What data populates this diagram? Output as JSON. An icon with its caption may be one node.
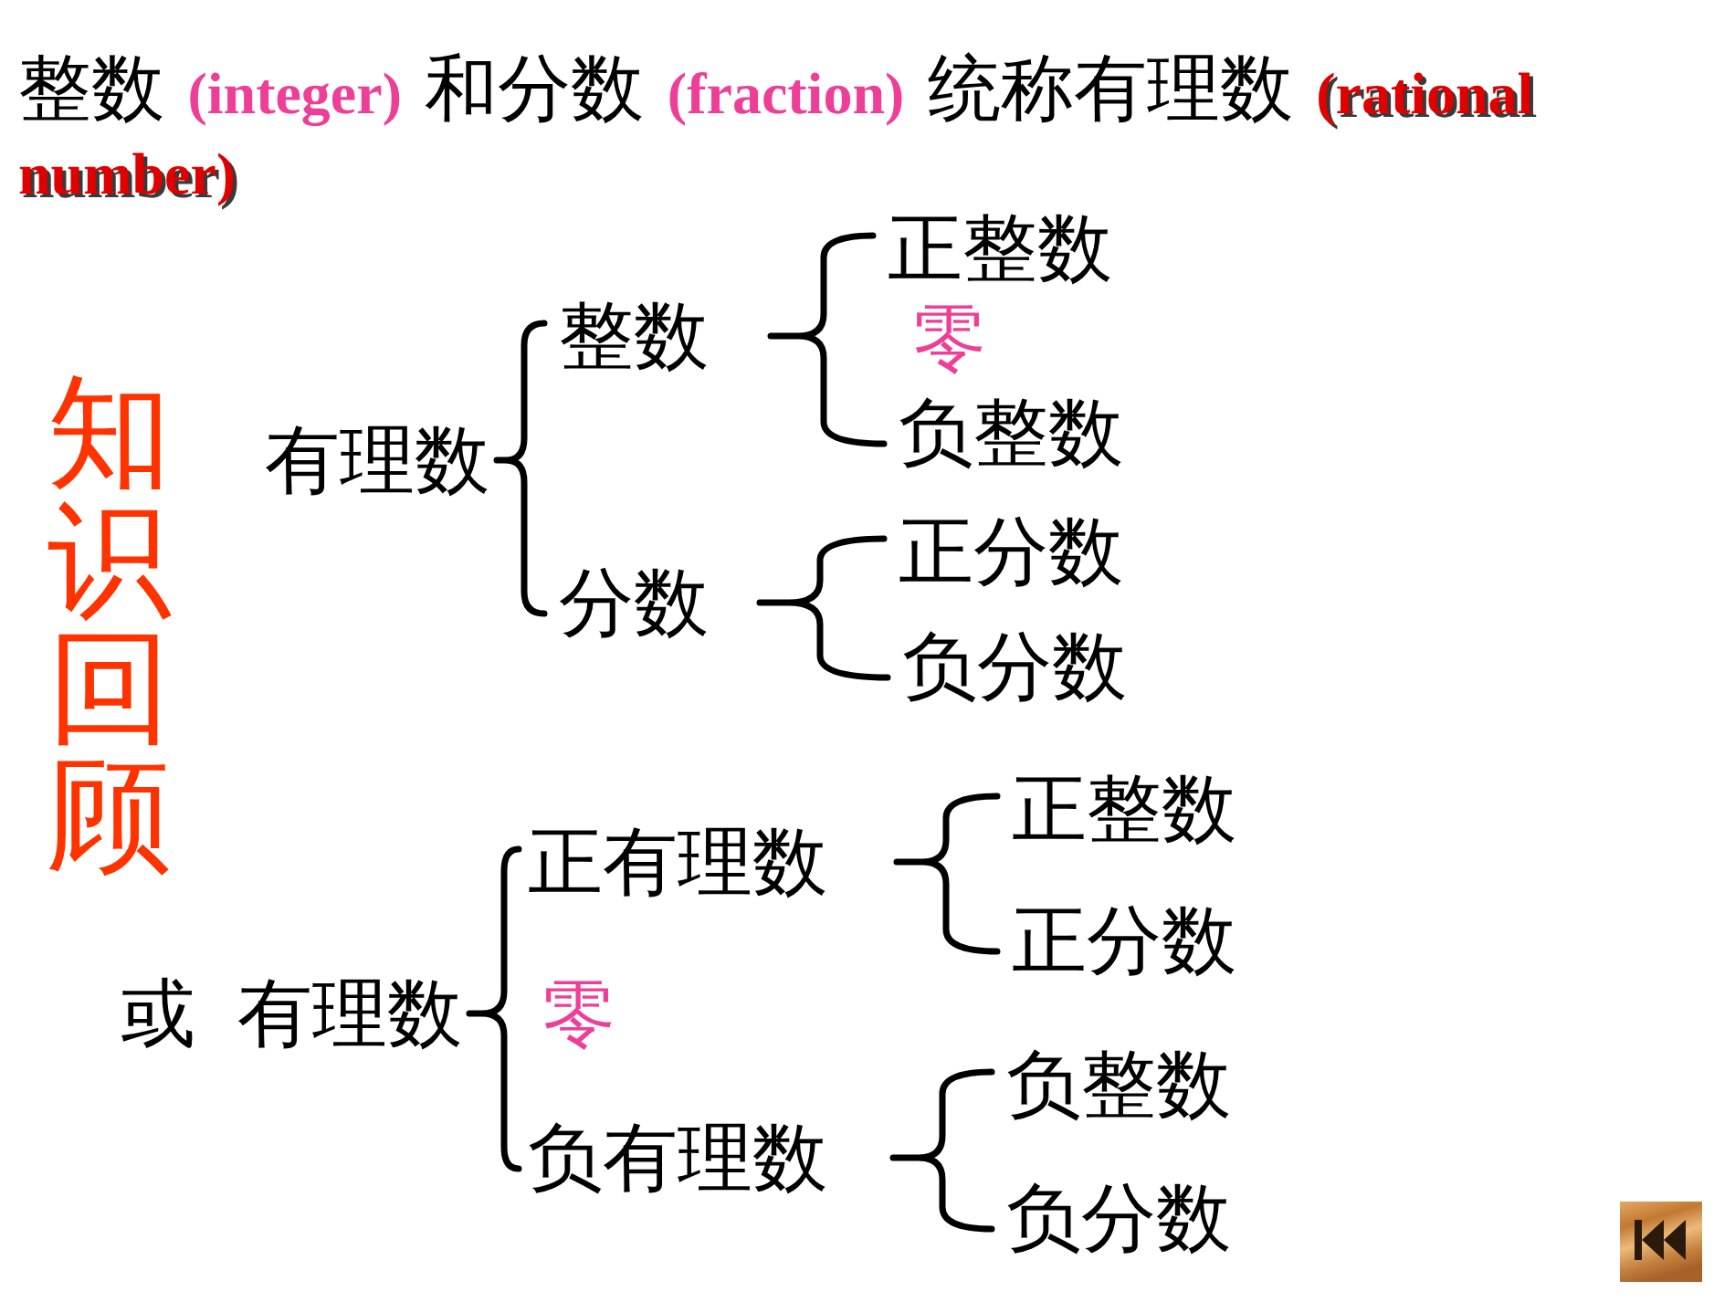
{
  "diagram": {
    "title": "整数 **(integer)** 和分数 **(fraction)** 统称有理数 **(rational number)**",
    "nodes": [
      {
        "text": [
          "有理数"
        ]
      },
      {
        "text": [
          "整数"
        ]
      },
      {
        "text": [
          "正整数"
        ]
      },
      {
        "text": [
          "零"
        ]
      },
      {
        "text": [
          "负整数"
        ]
      },
      {
        "text": [
          "分数"
        ]
      },
      {
        "text": [
          "正分数"
        ]
      },
      {
        "text": [
          "负分数"
        ]
      },
      {
        "text": [
          "有理数"
        ]
      },
      {
        "text": [
          "正有理数"
        ]
      },
      {
        "text": [
          "正整数"
        ]
      },
      {
        "text": [
          "正分数"
        ]
      },
      {
        "text": [
          "零"
        ]
      },
      {
        "text": [
          "负有理数"
        ]
      },
      {
        "text": [
          "负整数"
        ]
      },
      {
        "text": [
          "负分数"
        ]
      }
    ],
    "edges": [
      {
        "from": 0,
        "to": 1,
        "arrow": "none"
      },
      {
        "from": 0,
        "to": 5,
        "arrow": "none"
      },
      {
        "from": 1,
        "to": 2,
        "arrow": "none"
      },
      {
        "from": 1,
        "to": 4,
        "arrow": "none"
      },
      {
        "from": 5,
        "to": 6,
        "arrow": "none"
      },
      {
        "from": 5,
        "to": 7,
        "arrow": "none"
      },
      {
        "from": 8,
        "to": 9,
        "arrow": "none"
      },
      {
        "from": 8,
        "to": 13,
        "arrow": "none"
      },
      {
        "from": 9,
        "to": 10,
        "arrow": "none"
      },
      {
        "from": 9,
        "to": 11,
        "arrow": "none"
      },
      {
        "from": 13,
        "to": 14,
        "arrow": "none"
      },
      {
        "from": 13,
        "to": 15,
        "arrow": "none"
      }
    ],
    "labels": [
      "知识回顾",
      "或"
    ]
  }
}
